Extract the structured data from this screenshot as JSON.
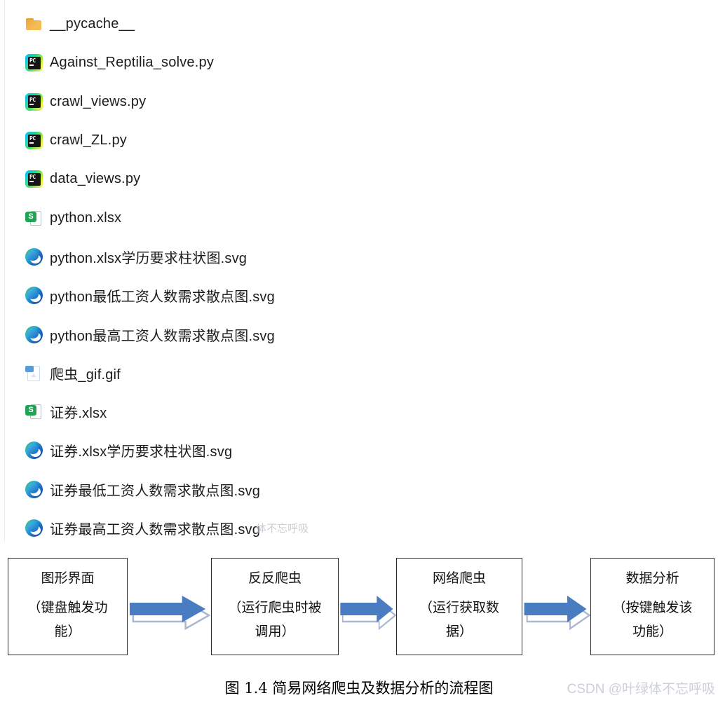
{
  "file_list": {
    "items": [
      {
        "label": "__pycache__",
        "icon": "folder-icon",
        "type": "folder"
      },
      {
        "label": "Against_Reptilia_solve.py",
        "icon": "pycharm-file-icon",
        "type": "pycharm"
      },
      {
        "label": "crawl_views.py",
        "icon": "pycharm-file-icon",
        "type": "pycharm"
      },
      {
        "label": "crawl_ZL.py",
        "icon": "pycharm-file-icon",
        "type": "pycharm"
      },
      {
        "label": "data_views.py",
        "icon": "pycharm-file-icon",
        "type": "pycharm"
      },
      {
        "label": "python.xlsx",
        "icon": "spreadsheet-icon",
        "type": "excel"
      },
      {
        "label": "python.xlsx学历要求柱状图.svg",
        "icon": "edge-svg-icon",
        "type": "edge"
      },
      {
        "label": "python最低工资人数需求散点图.svg",
        "icon": "edge-svg-icon",
        "type": "edge"
      },
      {
        "label": "python最高工资人数需求散点图.svg",
        "icon": "edge-svg-icon",
        "type": "edge"
      },
      {
        "label": "爬虫_gif.gif",
        "icon": "gif-image-icon",
        "type": "gif"
      },
      {
        "label": "证券.xlsx",
        "icon": "spreadsheet-icon",
        "type": "excel"
      },
      {
        "label": "证券.xlsx学历要求柱状图.svg",
        "icon": "edge-svg-icon",
        "type": "edge"
      },
      {
        "label": "证券最低工资人数需求散点图.svg",
        "icon": "edge-svg-icon",
        "type": "edge"
      },
      {
        "label": "证券最高工资人数需求散点图.svg",
        "icon": "edge-svg-icon",
        "type": "edge",
        "watermark_fragment": "体不忘呼吸"
      }
    ]
  },
  "icons": {
    "folder": "",
    "pycharm": "PC",
    "excel": "S",
    "edge": "",
    "gif": ""
  },
  "flowchart": {
    "boxes": [
      {
        "title": "图形界面",
        "line1": "（键盘触发功",
        "line2": "能）"
      },
      {
        "title": "反反爬虫",
        "line1": "（运行爬虫时被",
        "line2": "调用）"
      },
      {
        "title": "网络爬虫",
        "line1": "（运行获取数",
        "line2": "据）"
      },
      {
        "title": "数据分析",
        "line1": "（按键触发该",
        "line2": "功能）"
      }
    ],
    "caption": "图 1.4 简易网络爬虫及数据分析的流程图"
  },
  "page_watermark": "CSDN @叶绿体不忘呼吸",
  "colors": {
    "arrow_blue": "#4a7cc2",
    "arrow_outline": "#a9b7cf",
    "box_border": "#2b2b2b",
    "folder": "#f6b84e",
    "excel_green": "#23a455",
    "edge_blue": "#1b6ec2",
    "watermark_gray": "#cdd0d8"
  }
}
